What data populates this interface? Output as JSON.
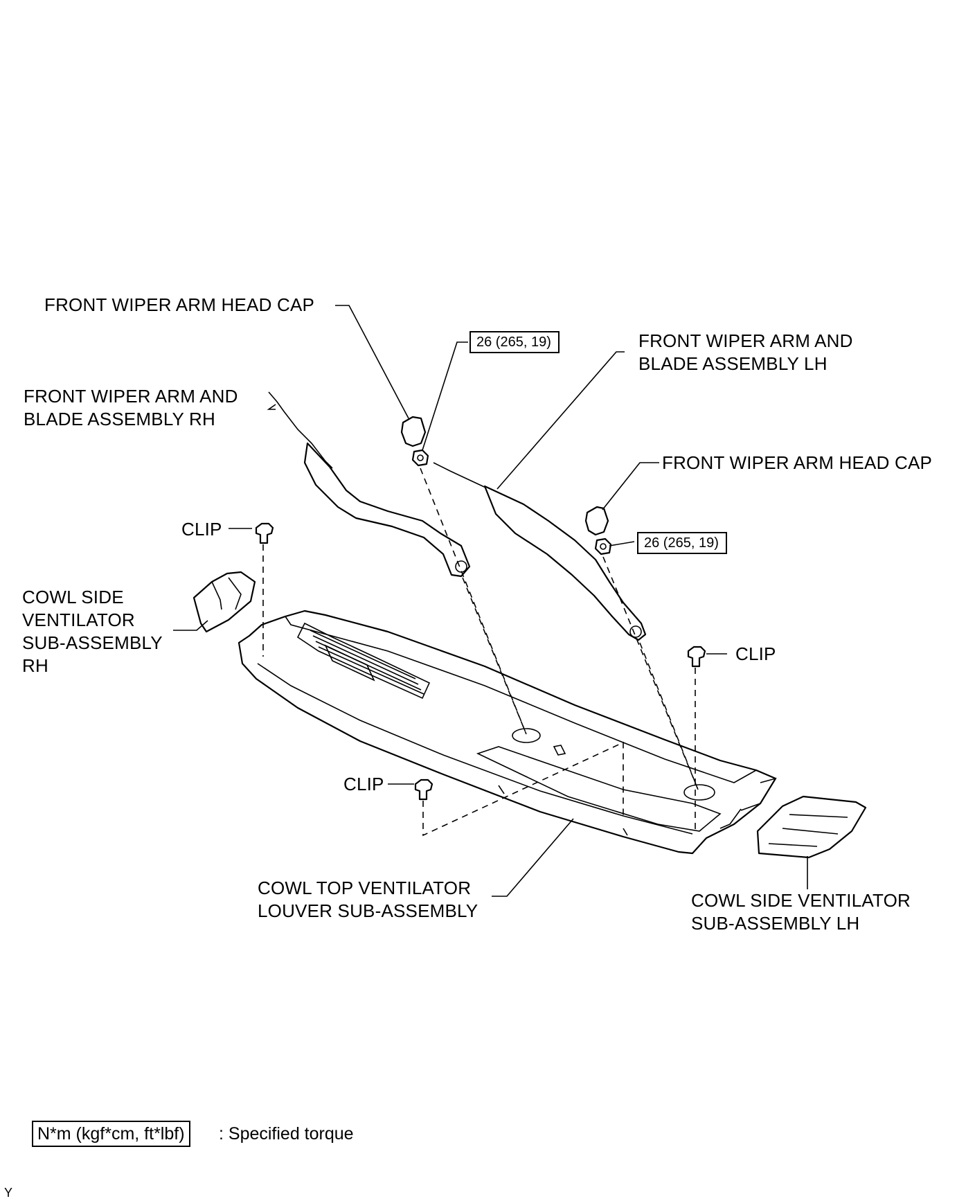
{
  "labels": {
    "head_cap_rh": "FRONT WIPER ARM HEAD CAP",
    "head_cap_lh": "FRONT WIPER ARM HEAD CAP",
    "arm_blade_rh": "FRONT WIPER ARM AND\nBLADE ASSEMBLY RH",
    "arm_blade_lh": "FRONT WIPER ARM AND\nBLADE ASSEMBLY LH",
    "clip_upper_left": "CLIP",
    "clip_right": "CLIP",
    "clip_lower": "CLIP",
    "cowl_side_rh": "COWL SIDE\nVENTILATOR\nSUB-ASSEMBLY\nRH",
    "cowl_top": "COWL TOP VENTILATOR\nLOUVER SUB-ASSEMBLY",
    "cowl_side_lh": "COWL SIDE VENTILATOR\nSUB-ASSEMBLY LH"
  },
  "torque": {
    "rh_nut": "26 (265, 19)",
    "lh_nut": "26 (265, 19)"
  },
  "legend": {
    "unit_box": "N*m (kgf*cm, ft*lbf)",
    "description": ": Specified torque"
  },
  "footer_code": "Y"
}
